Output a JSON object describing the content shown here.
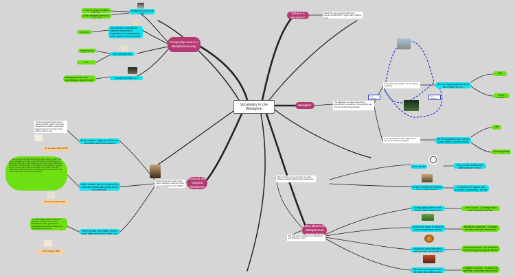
{
  "center": {
    "title": "Vocabulary in Use (Metaphor)"
  },
  "branches": {
    "freq": "Frequently used in a Metaphorical way.",
    "whatis": "What is a Metaphor?",
    "metaphor": "Metaphor",
    "unusual": "Unusual and Original Metaphors",
    "idioms": "Many Idioms are Metaphorical Expressions"
  },
  "whatis": {
    "desc": "Metaphors are connected with some people, an ABSTRACT rather than LITERAL ways."
  },
  "freq": {
    "c1": "Intelligent is equal with light.",
    "c1_g1": "A clever person is called BRIGHT.",
    "c1_g2": "A less intelligent person is called DIM.",
    "c2": "The reflection of feelings is related to temperature; temperature is a metaphorical on the heat, to show emotions and feelings.",
    "c2_g1": "Very hot and cold.",
    "c3": "Time is related with Money.",
    "c3_g1": "Some can be Spent or Wasted.",
    "c3_g2": "It is precious/costly.",
    "c4": "Success is related to a climbing upwards",
    "c4_g1": "Managing, flourish and somebody are used in it with."
  },
  "metaphor": {
    "desc": "The Metaphor is a way of describing something by comparing it to something else that has similar characteristics.",
    "d1": "If we call a city a 'jungle', we are using a metaphor.",
    "d1_c": "We are suggesting that a city is like a jungle in a / a.",
    "d1_g1": "Wild",
    "d1_g2": "Full of dangers",
    "d2": "If we say that someone's lights up our life, we are using a metaphor.",
    "d2_c": "We are suggesting that a person is like a light: a sun like a thing that brightens.",
    "d2_g1": "Life",
    "d2_g2": "Good happiness",
    "tag1": "It's a metaphor: relates to city",
    "tag2": "It's a metaphor: relates to jungle"
  },
  "unusual": {
    "desc": "Most of these are used a great deal in literature, these are some famous metaphors, from William Shakespeare.",
    "u1": "All the world's a stage and all the men and women are merely players.",
    "u1_g": "The lines suggest that life is like a theatre and how people in the world are performers (actors), with people being the actors in the play at their different parts to play.",
    "u1_tag": "As you like it (Play) 1600",
    "u2": "Juliet's doubles can be it is up until he must stay cherish takes all his words you were here.",
    "u2_g": "The lines say that night has finished and the day is about to break. 'Night's candles' compares at a finger in the stars because now that have now burned, the stars are no longer visible, as they can be seen in dark. Now 'jocund day' is standing tiptoe' on the hilltops in a personified as 'a jocund day', the end is a ready to start a new dawn, the sun was now, it also repeats the symbolism of 'Romeo's' warnings as soon he leaves and can't be seen again after, Juliet's personify starting.",
    "u2_tag": "Romeo and Juliet 1597",
    "u3": "There is a tide in the affairs of men, which taken at the flood, leads on to fortune.",
    "u3_g": "The lines suggest that you have been taken into the next tide on for the advantage at cases, good fortune, metaphorical forms tides, in order to be successful in good times.",
    "u3_tag": "Julius Caesar 1599"
  },
  "idioms": {
    "desc1": "Many of these are so common use daily, without us really realizing their significance.",
    "i1": "At the top the ball.",
    "i1_c": "Being on top of things and able to act like a good footballer.",
    "i2": "To have a feeling of someone on an upset stomach.",
    "i2_c": "To have a lot of control over someone or something - like the ball running around your shoulder.",
    "desc2": "The best idioms expand upon Metaphors and what they mean.",
    "i3": "Quietly going further to the country rather than how to jump.",
    "i3_c": "In the Soccer - To change when open from the mind well.",
    "i4": "To leave the dream to where its most damage/ways breaks moving the goalposts.",
    "i4_c": "Moving the goalposts - Changing the rules when you have a true, method.",
    "i5": "Hearing its most devastating from the elder just another of the last hollow notes.",
    "i5_c": "A lack leaves lines - An idea that is not fully thought through as the true steering.",
    "i6": "We have time to grab a new life rather than want to stay.",
    "i6_c": "To tighten our belts - To reduce our spending, must spend less money."
  }
}
